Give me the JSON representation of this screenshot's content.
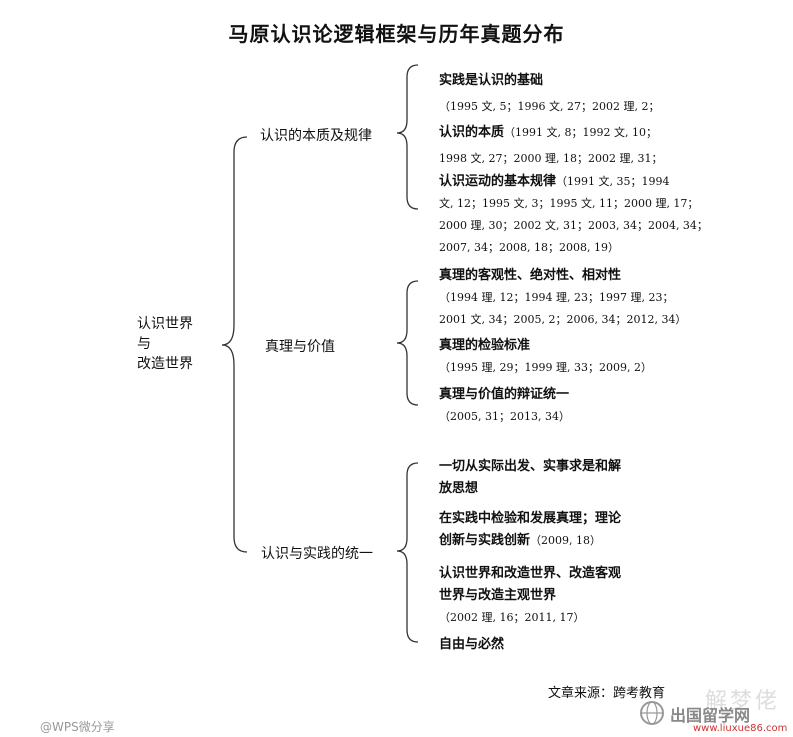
{
  "title": "马原认识论逻辑框架与历年真题分布",
  "root": {
    "line1": "认识世界",
    "line2": "与",
    "line3": "改造世界"
  },
  "branches": [
    {
      "label": "认识的本质及规律",
      "leaves": [
        {
          "lines": [
            {
              "h": "实践是认识的基础",
              "c": ""
            },
            {
              "h": "",
              "c": "（1995 文, 5；1996 文, 27；2002 理, 2；"
            }
          ]
        },
        {
          "lines": [
            {
              "h": "认识的本质",
              "c": "（1991 文, 8；1992 文, 10；"
            },
            {
              "h": "",
              "c": "1998 文, 27；2000 理, 18；2002 理, 31；"
            }
          ]
        },
        {
          "lines": [
            {
              "h": "认识运动的基本规律",
              "c": "（1991 文, 35；1994"
            },
            {
              "h": "",
              "c": "文, 12；1995 文, 3；1995 文, 11；2000 理, 17；"
            },
            {
              "h": "",
              "c": "2000 理, 30；2002 文, 31；2003, 34；2004, 34；"
            },
            {
              "h": "",
              "c": "2007, 34；2008, 18；2008, 19）"
            }
          ]
        }
      ]
    },
    {
      "label": "真理与价值",
      "leaves": [
        {
          "lines": [
            {
              "h": "真理的客观性、绝对性、相对性",
              "c": ""
            },
            {
              "h": "",
              "c": "（1994 理, 12；1994 理, 23；1997 理, 23；"
            },
            {
              "h": "",
              "c": "2001 文, 34；2005, 2；2006, 34；2012, 34）"
            }
          ]
        },
        {
          "lines": [
            {
              "h": "真理的检验标准",
              "c": ""
            },
            {
              "h": "",
              "c": "（1995 理, 29；1999 理, 33；2009, 2）"
            }
          ]
        },
        {
          "lines": [
            {
              "h": "真理与价值的辩证统一",
              "c": ""
            },
            {
              "h": "",
              "c": "（2005, 31；2013, 34）"
            }
          ]
        }
      ]
    },
    {
      "label": "认识与实践的统一",
      "leaves": [
        {
          "lines": [
            {
              "h": "一切从实际出发、实事求是和解",
              "c": ""
            },
            {
              "h": "放思想",
              "c": ""
            }
          ]
        },
        {
          "lines": [
            {
              "h": "在实践中检验和发展真理；理论",
              "c": ""
            },
            {
              "h": "创新与实践创新",
              "c": "（2009, 18）"
            }
          ]
        },
        {
          "lines": [
            {
              "h": "认识世界和改造世界、改造客观",
              "c": ""
            },
            {
              "h": "世界与改造主观世界",
              "c": ""
            },
            {
              "h": "",
              "c": "（2002 理, 16；2011, 17）"
            }
          ]
        },
        {
          "lines": [
            {
              "h": "自由与必然",
              "c": ""
            }
          ]
        }
      ]
    }
  ],
  "source": "文章来源：跨考教育",
  "watermark_left": "@WPS微分享",
  "watermark_brand": "出国留学网",
  "watermark_url": "www.liuxue86.com",
  "watermark_faint": "解梦佬",
  "colors": {
    "text": "#111111",
    "line": "#333333",
    "watermark": "#999999",
    "url": "#cc3333"
  }
}
